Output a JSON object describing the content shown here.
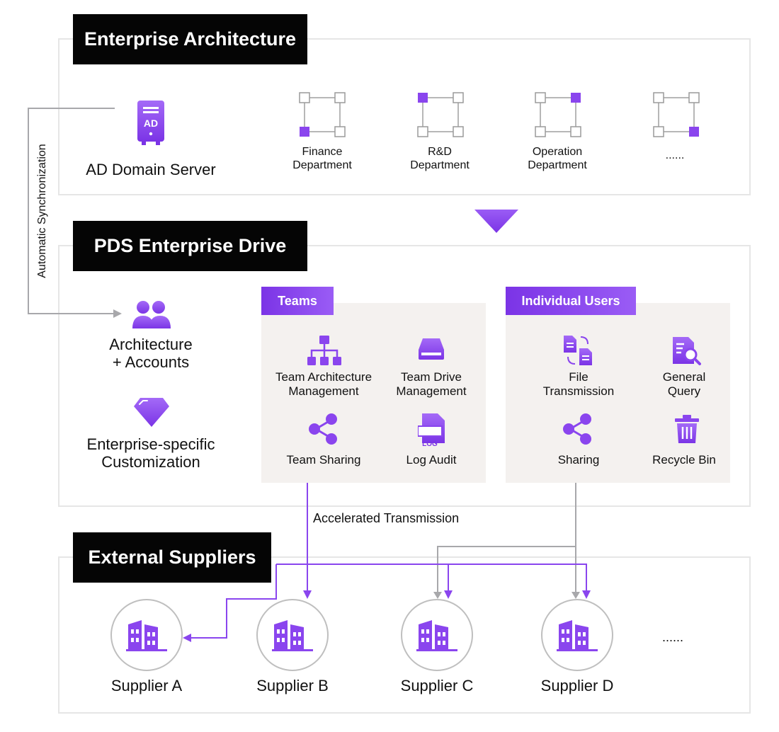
{
  "sections": {
    "enterprise": "Enterprise Architecture",
    "pds": "PDS Enterprise Drive",
    "suppliers": "External Suppliers"
  },
  "ad_server": {
    "label": "AD Domain Server",
    "badge": "AD"
  },
  "departments": [
    {
      "line1": "Finance",
      "line2": "Department"
    },
    {
      "line1": "R&D",
      "line2": "Department"
    },
    {
      "line1": "Operation",
      "line2": "Department"
    },
    {
      "line1": "......",
      "line2": ""
    }
  ],
  "sync_label": "Automatic Synchronization",
  "left_items": {
    "arch_line1": "Architecture",
    "arch_line2": "+ Accounts",
    "cust_line1": "Enterprise-specific",
    "cust_line2": "Customization"
  },
  "teams": {
    "tab": "Teams",
    "items": [
      {
        "line1": "Team Architecture",
        "line2": "Management",
        "icon": "org-chart-icon"
      },
      {
        "line1": "Team Drive",
        "line2": "Management",
        "icon": "drive-icon"
      },
      {
        "line1": "Team Sharing",
        "line2": "",
        "icon": "share-icon"
      },
      {
        "line1": "Log Audit",
        "line2": "",
        "icon": "log-icon"
      }
    ]
  },
  "individual": {
    "tab": "Individual Users",
    "items": [
      {
        "line1": "File",
        "line2": "Transmission",
        "icon": "file-transfer-icon"
      },
      {
        "line1": "General",
        "line2": "Query",
        "icon": "query-icon"
      },
      {
        "line1": "Sharing",
        "line2": "",
        "icon": "share-icon"
      },
      {
        "line1": "Recycle Bin",
        "line2": "",
        "icon": "trash-icon"
      }
    ]
  },
  "accel_label": "Accelerated Transmission",
  "suppliers": [
    "Supplier A",
    "Supplier B",
    "Supplier C",
    "Supplier D",
    "......"
  ],
  "log_badge": "LOG",
  "colors": {
    "accent": "#8a45ee",
    "gray_line": "#a8a8ab",
    "panel": "#f4f1ef"
  }
}
